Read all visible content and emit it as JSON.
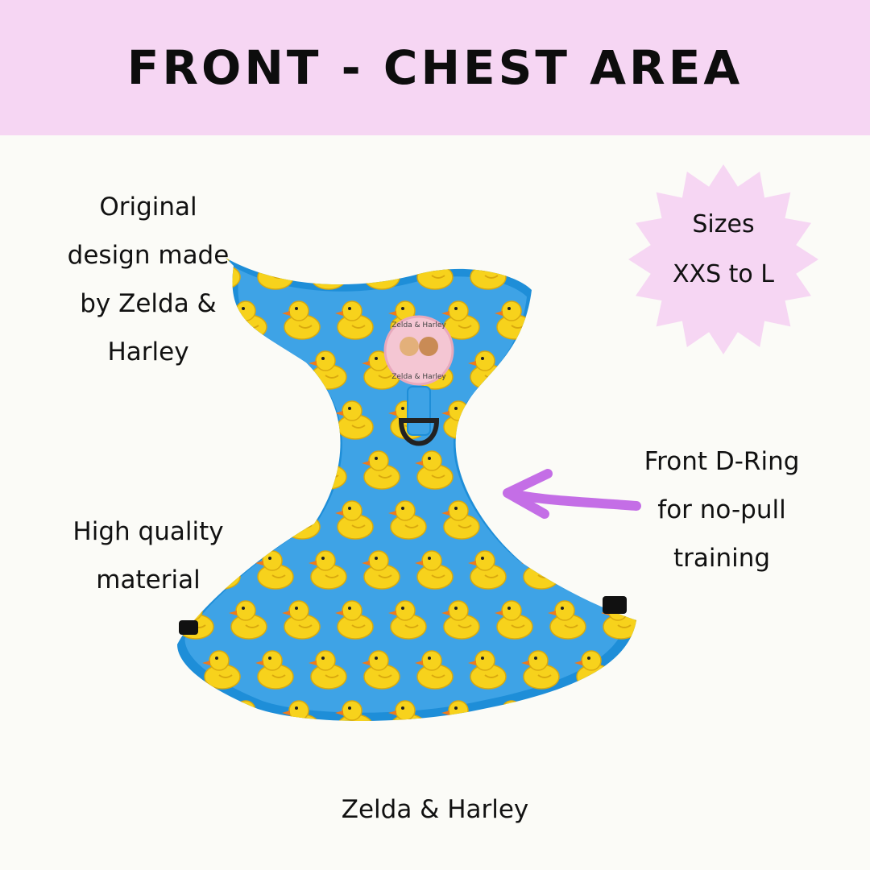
{
  "banner": {
    "title": "FRONT - CHEST AREA",
    "color": "#f6d6f3"
  },
  "captions": {
    "left_top": [
      "Original",
      "design made",
      "by Zelda &",
      "Harley"
    ],
    "left_mid": [
      "High quality",
      "material"
    ],
    "right": [
      "Front D-Ring",
      "for no-pull",
      "training"
    ],
    "bottom": "Zelda & Harley"
  },
  "badge": {
    "lines": [
      "Sizes",
      "XXS to L"
    ],
    "color": "#f6d6f3"
  },
  "harness": {
    "tag_text_top": "Zelda & Harley",
    "tag_text_bottom": "Zelda & Harley",
    "fabric_color": "#3ea3e6",
    "trim_color": "#1e8ed8",
    "duck_color": "#f7d21c",
    "beak_color": "#f07a1a"
  },
  "arrow": {
    "color": "#c46ee6",
    "icon": "arrow-left-icon"
  }
}
